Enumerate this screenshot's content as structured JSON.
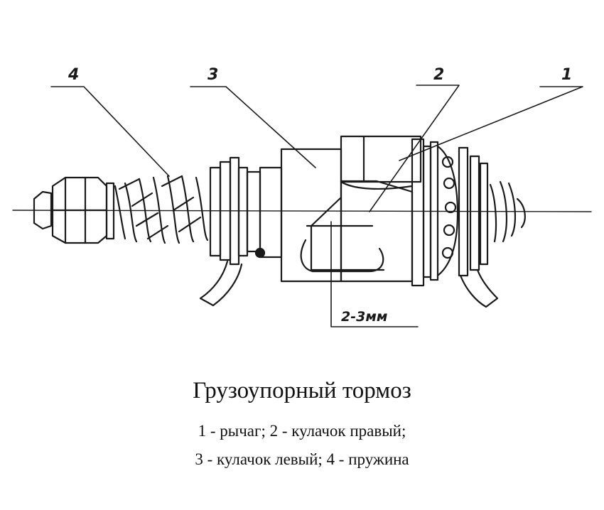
{
  "figure": {
    "callouts": [
      "1",
      "2",
      "3",
      "4"
    ],
    "dimension": "2-3мм",
    "title": "Грузоупорный тормоз",
    "legend_line_1": "1 - рычаг;  2 - кулачок правый;",
    "legend_line_2": "3 - кулачок левый;  4 - пружина"
  }
}
